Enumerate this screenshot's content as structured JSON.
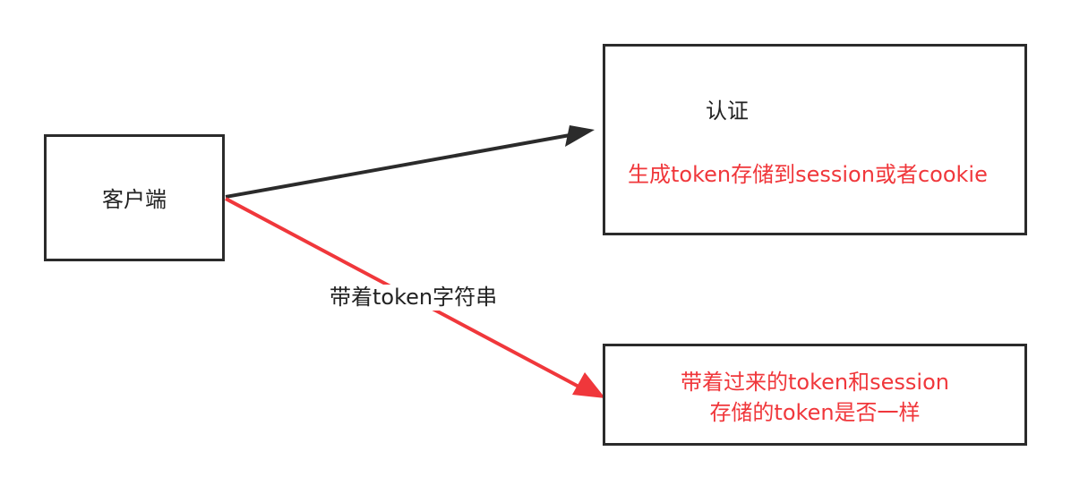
{
  "colors": {
    "line": "#2b2b2b",
    "text": "#222222",
    "accent": "#f0373b"
  },
  "client": {
    "label": "客户端"
  },
  "auth": {
    "title": "认证",
    "note": "生成token存储到session或者cookie"
  },
  "verify": {
    "line1": "带着过来的token和session",
    "line2": "存储的token是否一样"
  },
  "edges": {
    "request_label": "带着token字符串"
  }
}
